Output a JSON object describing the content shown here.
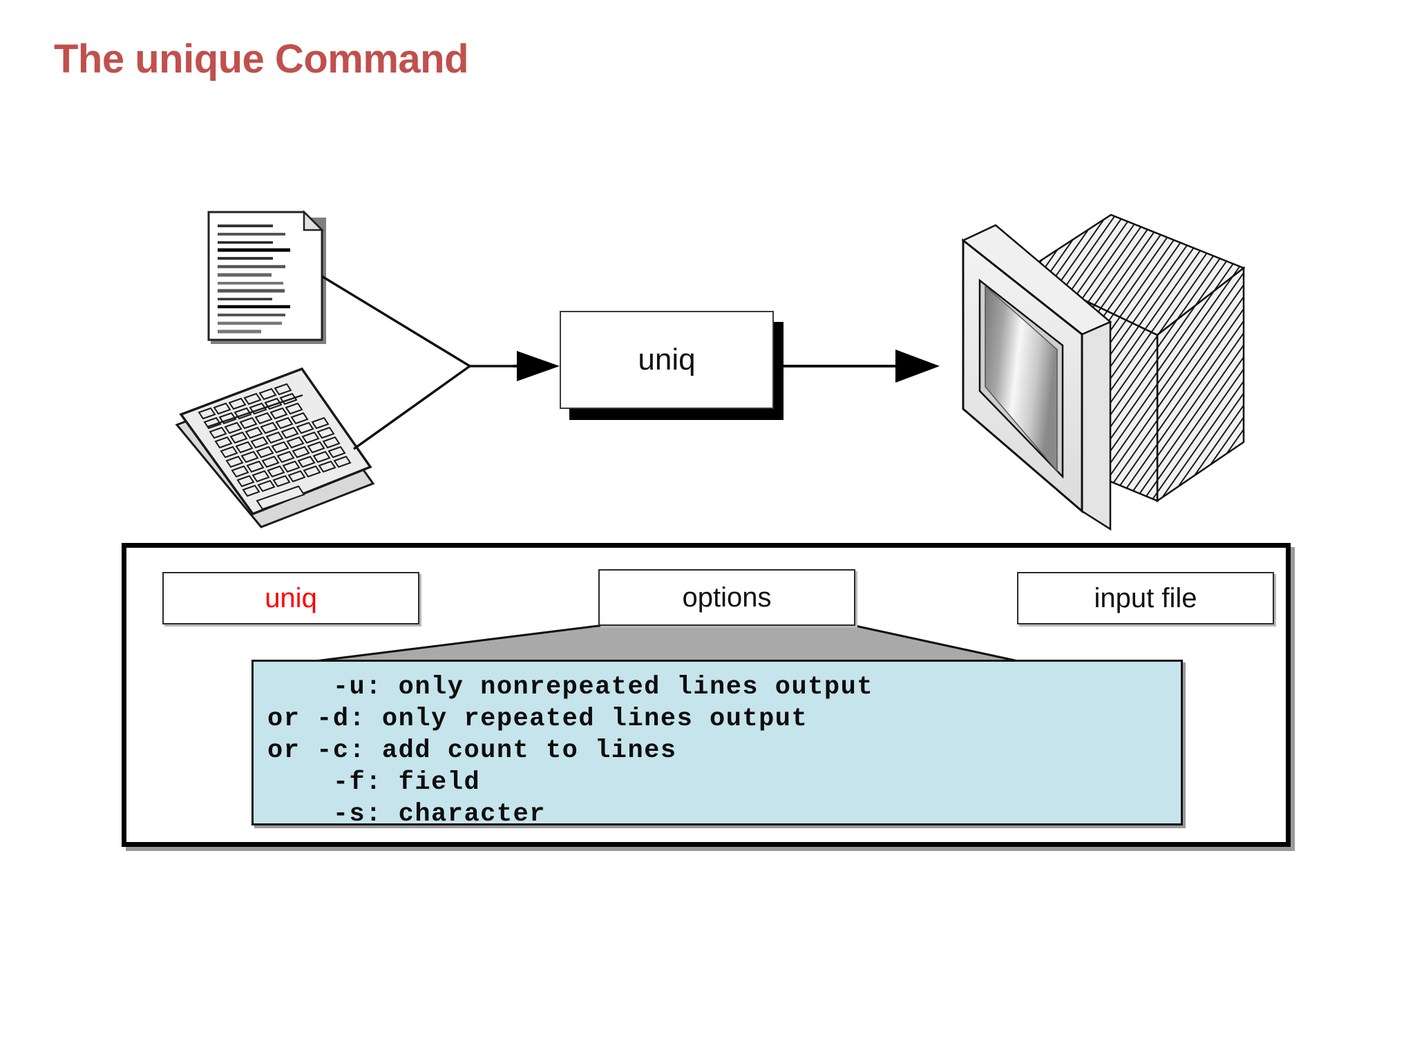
{
  "slide": {
    "title": "The unique Command"
  },
  "diagram": {
    "input_document_icon": "document-icon",
    "input_keyboard_icon": "keyboard-icon",
    "process_label": "uniq",
    "output_monitor_icon": "monitor-icon",
    "arrow_in": "arrow-right-icon",
    "arrow_out": "arrow-right-icon"
  },
  "syntax_panel": {
    "tokens": [
      {
        "label": "uniq",
        "name": "command-token",
        "color": "#FF0000"
      },
      {
        "label": "options",
        "name": "options-token",
        "color": "#111111"
      },
      {
        "label": "input file",
        "name": "input-file-token",
        "color": "#111111"
      }
    ],
    "options_box": {
      "background": "#C6E4EC",
      "lines": [
        "    -u: only nonrepeated lines output",
        "or -d: only repeated lines output",
        "or -c: add count to lines",
        "    -f: field",
        "    -s: character"
      ]
    }
  },
  "colors": {
    "title": "#C0504D",
    "accent_red": "#FF0000",
    "options_fill": "#C6E4EC",
    "callout_fill": "#A9A9A9",
    "panel_border": "#000000"
  }
}
